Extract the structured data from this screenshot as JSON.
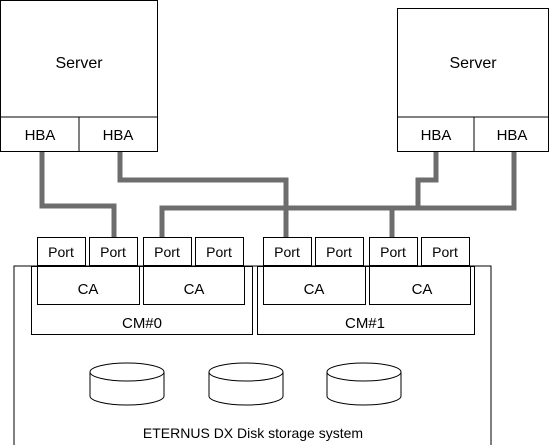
{
  "diagram": {
    "servers": [
      {
        "label": "Server",
        "hbas": [
          "HBA",
          "HBA"
        ]
      },
      {
        "label": "Server",
        "hbas": [
          "HBA",
          "HBA"
        ]
      }
    ],
    "controller_modules": [
      {
        "label": "CM#0",
        "channel_adapters": [
          {
            "label": "CA",
            "ports": [
              "Port",
              "Port"
            ]
          },
          {
            "label": "CA",
            "ports": [
              "Port",
              "Port"
            ]
          }
        ]
      },
      {
        "label": "CM#1",
        "channel_adapters": [
          {
            "label": "CA",
            "ports": [
              "Port",
              "Port"
            ]
          },
          {
            "label": "CA",
            "ports": [
              "Port",
              "Port"
            ]
          }
        ]
      }
    ],
    "disk_count": 3,
    "storage_label": "ETERNUS DX Disk storage system",
    "colors": {
      "cable": "#6d6d6d",
      "line": "#000000",
      "background": "#ffffff"
    }
  }
}
